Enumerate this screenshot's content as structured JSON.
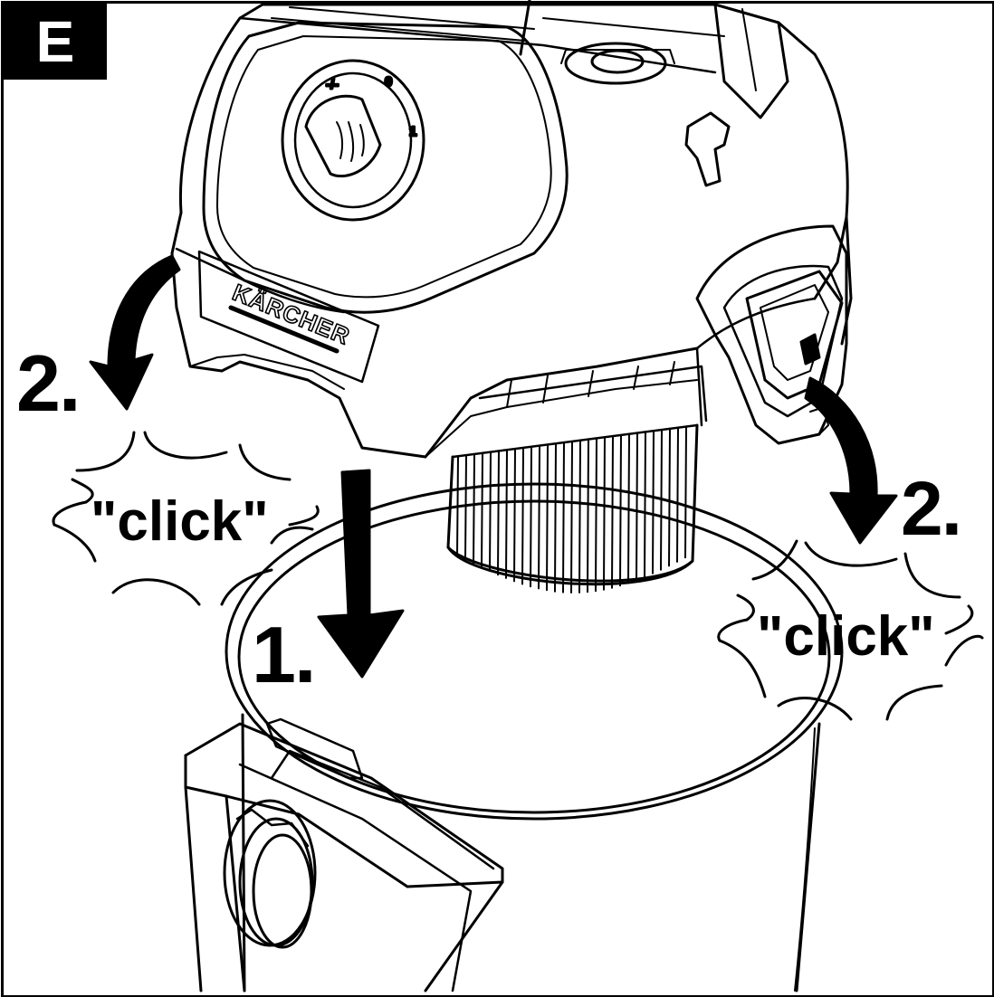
{
  "panel": {
    "label": "E"
  },
  "steps": {
    "insert": "1.",
    "latch_left": "2.",
    "latch_right": "2."
  },
  "sounds": {
    "left": "\"click\"",
    "right": "\"click\""
  },
  "brand": {
    "logo_text": "KÄRCHER"
  },
  "dial": {
    "positions": [
      "-/-",
      "0",
      "1"
    ]
  },
  "colors": {
    "ink": "#000000",
    "paper": "#ffffff"
  },
  "icons": {
    "insert_arrow": "arrow-down-icon",
    "latch_arrow": "curved-arrow-icon",
    "click_burst": "sound-burst-icon"
  }
}
